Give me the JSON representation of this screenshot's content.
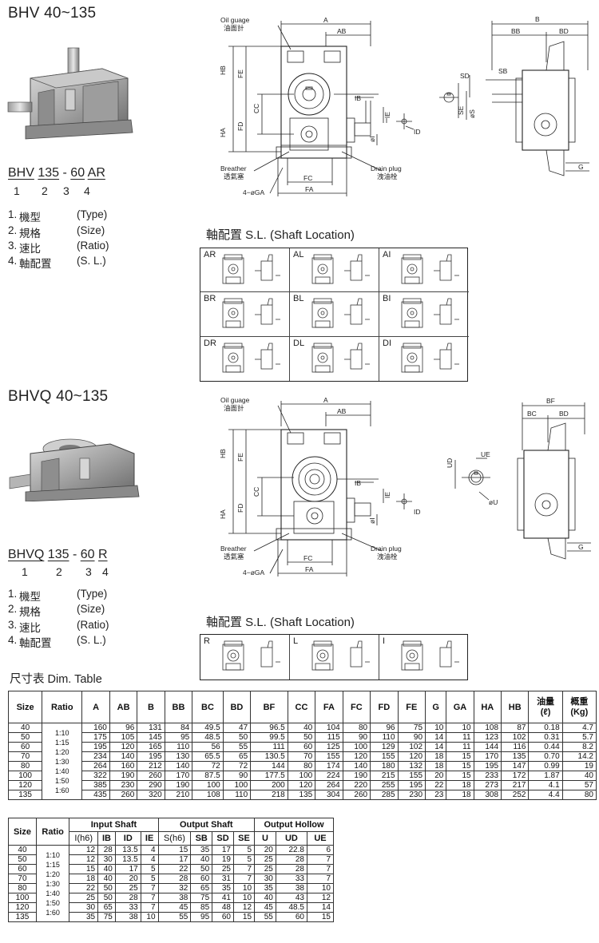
{
  "bhv": {
    "title": "BHV 40~135",
    "code": {
      "p1": "BHV",
      "p2": "135",
      "sep": "-",
      "p3": "60",
      "p4": "AR"
    },
    "idx": [
      "1",
      "2",
      "3",
      "4"
    ],
    "legend": [
      {
        "num": "1.",
        "zh": "機型",
        "en": "(Type)"
      },
      {
        "num": "2.",
        "zh": "規格",
        "en": "(Size)"
      },
      {
        "num": "3.",
        "zh": "速比",
        "en": "(Ratio)"
      },
      {
        "num": "4.",
        "zh": "軸配置",
        "en": "(S. L.)"
      }
    ],
    "sl_heading": "軸配置  S.L. (Shaft Location)",
    "sl_tags": [
      "AR",
      "AL",
      "AI",
      "BR",
      "BL",
      "BI",
      "DR",
      "DL",
      "DI"
    ],
    "drawing_labels": {
      "oil_gauge": "Oil guage",
      "oil_gauge_zh": "油面計",
      "breather": "Breather",
      "breather_zh": "透氣塞",
      "drain": "Drain plug",
      "drain_zh": "洩油栓",
      "A": "A",
      "AB": "AB",
      "HB": "HB",
      "FE": "FE",
      "CC": "CC",
      "HA": "HA",
      "FD": "FD",
      "IB": "IB",
      "IE": "IE",
      "I": "øI",
      "ID": "ID",
      "FC": "FC",
      "FA": "FA",
      "GA": "4−øGA",
      "B": "B",
      "BB": "BB",
      "BD": "BD",
      "SD": "SD",
      "SB": "SB",
      "SE": "SE",
      "S": "øS",
      "G": "G"
    }
  },
  "bhvq": {
    "title": "BHVQ 40~135",
    "code": {
      "p1": "BHVQ",
      "p2": "135",
      "sep": "-",
      "p3": "60",
      "p4": "R"
    },
    "idx": [
      "1",
      "2",
      "3",
      "4"
    ],
    "legend": [
      {
        "num": "1.",
        "zh": "機型",
        "en": "(Type)"
      },
      {
        "num": "2.",
        "zh": "規格",
        "en": "(Size)"
      },
      {
        "num": "3.",
        "zh": "速比",
        "en": "(Ratio)"
      },
      {
        "num": "4.",
        "zh": "軸配置",
        "en": "(S. L.)"
      }
    ],
    "sl_heading": "軸配置  S.L. (Shaft Location)",
    "sl_tags": [
      "R",
      "L",
      "I"
    ],
    "drawing_labels": {
      "oil_gauge": "Oil guage",
      "oil_gauge_zh": "油面計",
      "breather": "Breather",
      "breather_zh": "透氣塞",
      "drain": "Drain plug",
      "drain_zh": "洩油栓",
      "A": "A",
      "AB": "AB",
      "HB": "HB",
      "FE": "FE",
      "CC": "CC",
      "HA": "HA",
      "FD": "FD",
      "IB": "IB",
      "IE": "IE",
      "I": "øI",
      "ID": "ID",
      "FC": "FC",
      "FA": "FA",
      "GA": "4−øGA",
      "BF": "BF",
      "BC": "BC",
      "BD": "BD",
      "UD": "UD",
      "UE": "UE",
      "U": "øU",
      "G": "G"
    }
  },
  "dim_heading": "尺寸表 Dim. Table",
  "table1": {
    "headers": [
      "Size",
      "Ratio",
      "A",
      "AB",
      "B",
      "BB",
      "BC",
      "BD",
      "BF",
      "CC",
      "FA",
      "FC",
      "FD",
      "FE",
      "G",
      "GA",
      "HA",
      "HB",
      "油量\n(ℓ)",
      "概重\n(Kg)"
    ],
    "ratios": [
      "1:10",
      "1:15",
      "1:20",
      "1:30",
      "1:40",
      "1:50",
      "1:60"
    ],
    "rows": [
      [
        "40",
        "160",
        "96",
        "131",
        "84",
        "49.5",
        "47",
        "96.5",
        "40",
        "104",
        "80",
        "96",
        "75",
        "10",
        "10",
        "108",
        "87",
        "0.18",
        "4.7"
      ],
      [
        "50",
        "175",
        "105",
        "145",
        "95",
        "48.5",
        "50",
        "99.5",
        "50",
        "115",
        "90",
        "110",
        "90",
        "14",
        "11",
        "123",
        "102",
        "0.31",
        "5.7"
      ],
      [
        "60",
        "195",
        "120",
        "165",
        "110",
        "56",
        "55",
        "111",
        "60",
        "125",
        "100",
        "129",
        "102",
        "14",
        "11",
        "144",
        "116",
        "0.44",
        "8.2"
      ],
      [
        "70",
        "234",
        "140",
        "195",
        "130",
        "65.5",
        "65",
        "130.5",
        "70",
        "155",
        "120",
        "155",
        "120",
        "18",
        "15",
        "170",
        "135",
        "0.70",
        "14.2"
      ],
      [
        "80",
        "264",
        "160",
        "212",
        "140",
        "72",
        "72",
        "144",
        "80",
        "174",
        "140",
        "180",
        "132",
        "18",
        "15",
        "195",
        "147",
        "0.99",
        "19"
      ],
      [
        "100",
        "322",
        "190",
        "260",
        "170",
        "87.5",
        "90",
        "177.5",
        "100",
        "224",
        "190",
        "215",
        "155",
        "20",
        "15",
        "233",
        "172",
        "1.87",
        "40"
      ],
      [
        "120",
        "385",
        "230",
        "290",
        "190",
        "100",
        "100",
        "200",
        "120",
        "264",
        "220",
        "255",
        "195",
        "22",
        "18",
        "273",
        "217",
        "4.1",
        "57"
      ],
      [
        "135",
        "435",
        "260",
        "320",
        "210",
        "108",
        "110",
        "218",
        "135",
        "304",
        "260",
        "285",
        "230",
        "23",
        "18",
        "308",
        "252",
        "4.4",
        "80"
      ]
    ]
  },
  "table2": {
    "group_headers": {
      "input": "Input Shaft",
      "output": "Output Shaft",
      "hollow": "Output Hollow"
    },
    "headers": [
      "Size",
      "Ratio",
      "I(h6)",
      "IB",
      "ID",
      "IE",
      "S(h6)",
      "SB",
      "SD",
      "SE",
      "U",
      "UD",
      "UE"
    ],
    "ratios": [
      "1:10",
      "1:15",
      "1:20",
      "1:30",
      "1:40",
      "1:50",
      "1:60"
    ],
    "rows": [
      [
        "40",
        "12",
        "28",
        "13.5",
        "4",
        "15",
        "35",
        "17",
        "5",
        "20",
        "22.8",
        "6"
      ],
      [
        "50",
        "12",
        "30",
        "13.5",
        "4",
        "17",
        "40",
        "19",
        "5",
        "25",
        "28",
        "7"
      ],
      [
        "60",
        "15",
        "40",
        "17",
        "5",
        "22",
        "50",
        "25",
        "7",
        "25",
        "28",
        "7"
      ],
      [
        "70",
        "18",
        "40",
        "20",
        "5",
        "28",
        "60",
        "31",
        "7",
        "30",
        "33",
        "7"
      ],
      [
        "80",
        "22",
        "50",
        "25",
        "7",
        "32",
        "65",
        "35",
        "10",
        "35",
        "38",
        "10"
      ],
      [
        "100",
        "25",
        "50",
        "28",
        "7",
        "38",
        "75",
        "41",
        "10",
        "40",
        "43",
        "12"
      ],
      [
        "120",
        "30",
        "65",
        "33",
        "7",
        "45",
        "85",
        "48",
        "12",
        "45",
        "48.5",
        "14"
      ],
      [
        "135",
        "35",
        "75",
        "38",
        "10",
        "55",
        "95",
        "60",
        "15",
        "55",
        "60",
        "15"
      ]
    ]
  }
}
